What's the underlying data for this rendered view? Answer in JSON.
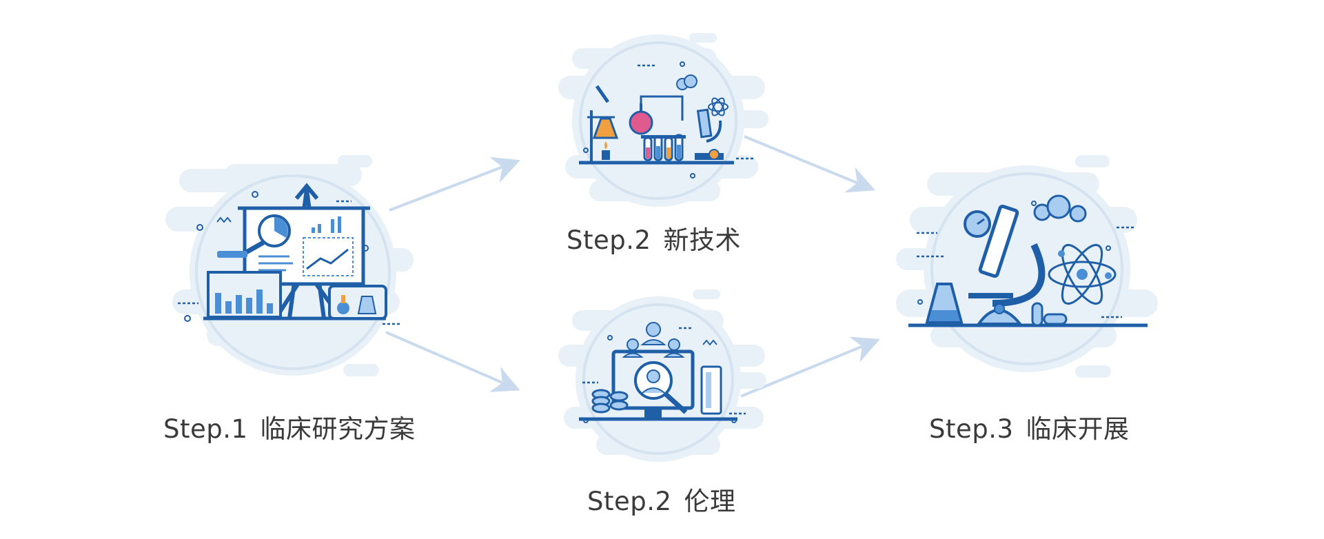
{
  "steps": [
    {
      "step": "Step.1",
      "title": "临床研究方案"
    },
    {
      "step": "Step.2",
      "title": "新技术"
    },
    {
      "step": "Step.2",
      "title": "伦理"
    },
    {
      "step": "Step.3",
      "title": "临床开展"
    }
  ],
  "colors": {
    "cloud": "#e8f0f8",
    "cloud_shadow": "#d5e2ef",
    "arrow": "#c9daee",
    "icon_dark": "#1f5fa8",
    "icon_mid": "#4a8fd6",
    "icon_light": "#a9cdf0",
    "accent_pink": "#e05a8e",
    "accent_orange": "#f0a040"
  },
  "icons": [
    "presentation-board-icon",
    "laboratory-icon",
    "doctors-screen-icon",
    "microscope-atom-icon"
  ]
}
